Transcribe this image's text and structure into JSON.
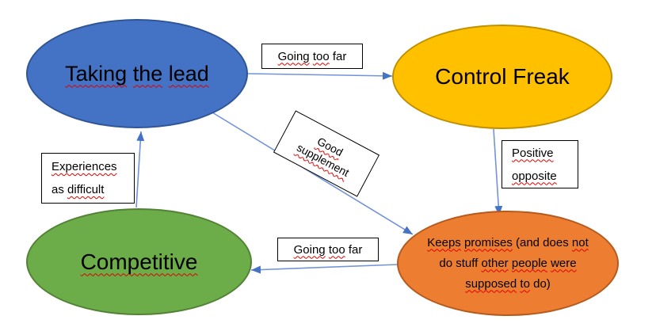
{
  "colors": {
    "background": "#FFFFFF",
    "node_blue_fill": "#4472C4",
    "node_blue_border": "#2F5597",
    "node_yellow_fill": "#FFC000",
    "node_yellow_border": "#BF9000",
    "node_green_fill": "#6CAC49",
    "node_green_border": "#538135",
    "node_orange_fill": "#ED7D31",
    "node_orange_border": "#B55A1E",
    "connector_line": "#7293DA",
    "connector_head": "#4472C4",
    "spellcheck_underline": "#E00000",
    "label_box_border": "#000000"
  },
  "nodes": {
    "taking_the_lead": {
      "label": "Taking the lead",
      "fill": "#4472C4",
      "lines": [
        [
          {
            "t": "Taking",
            "sq": true
          },
          {
            "t": " "
          },
          {
            "t": "the",
            "sq": true
          },
          {
            "t": " "
          },
          {
            "t": "lead",
            "sq": true
          }
        ]
      ]
    },
    "control_freak": {
      "label": "Control Freak",
      "fill": "#FFC000",
      "lines": [
        [
          {
            "t": "Control Freak"
          }
        ]
      ]
    },
    "competitive": {
      "label": "Competitive",
      "fill": "#6CAC49",
      "lines": [
        [
          {
            "t": "Competitive",
            "sq": true
          }
        ]
      ]
    },
    "keeps_promises": {
      "label": "Keeps promises (and does not do stuff other people were supposed to do)",
      "fill": "#ED7D31",
      "lines": [
        [
          {
            "t": "Keeps",
            "sq": true
          },
          {
            "t": " "
          },
          {
            "t": "promises",
            "sq": true
          },
          {
            "t": " (and does "
          },
          {
            "t": "not",
            "sq": true
          }
        ],
        [
          {
            "t": "do stuff "
          },
          {
            "t": "other",
            "sq": true
          },
          {
            "t": " "
          },
          {
            "t": "people",
            "sq": true
          },
          {
            "t": " "
          },
          {
            "t": "were",
            "sq": true
          }
        ],
        [
          {
            "t": "supposed",
            "sq": true
          },
          {
            "t": " "
          },
          {
            "t": "to",
            "sq": true
          },
          {
            "t": " do)"
          }
        ]
      ]
    }
  },
  "labels": {
    "going_too_far_top": {
      "label": "Going too far",
      "lines": [
        [
          {
            "t": "Going",
            "sq": true
          },
          {
            "t": " "
          },
          {
            "t": "too",
            "sq": true
          },
          {
            "t": " far"
          }
        ]
      ]
    },
    "good_supplement": {
      "label": "Good supplement",
      "lines": [
        [
          {
            "t": "Good",
            "sq": true
          }
        ],
        [
          {
            "t": "supplement",
            "sq": true
          }
        ]
      ]
    },
    "positive_opposite": {
      "label": "Positive opposite",
      "lines": [
        [
          {
            "t": "Positive",
            "sq": true
          }
        ],
        [
          {
            "t": "opposite",
            "sq": true
          }
        ]
      ]
    },
    "experiences_as_difficult": {
      "label": "Experiences as difficult",
      "lines": [
        [
          {
            "t": "Experiences",
            "sq": true
          }
        ],
        [
          {
            "t": "as "
          },
          {
            "t": "difficult",
            "sq": true
          }
        ]
      ]
    },
    "going_too_far_bottom": {
      "label": "Going too far",
      "lines": [
        [
          {
            "t": "Going",
            "sq": true
          },
          {
            "t": " "
          },
          {
            "t": "too",
            "sq": true
          },
          {
            "t": " far"
          }
        ]
      ]
    }
  },
  "arrows": [
    {
      "name": "taking-the-lead to control-freak",
      "label": "Going too far"
    },
    {
      "name": "taking-the-lead to keeps-promises",
      "label": "Good supplement"
    },
    {
      "name": "control-freak to keeps-promises",
      "label": "Positive opposite"
    },
    {
      "name": "keeps-promises to competitive",
      "label": "Going too far"
    },
    {
      "name": "competitive to taking-the-lead",
      "label": "Experiences as difficult"
    }
  ]
}
